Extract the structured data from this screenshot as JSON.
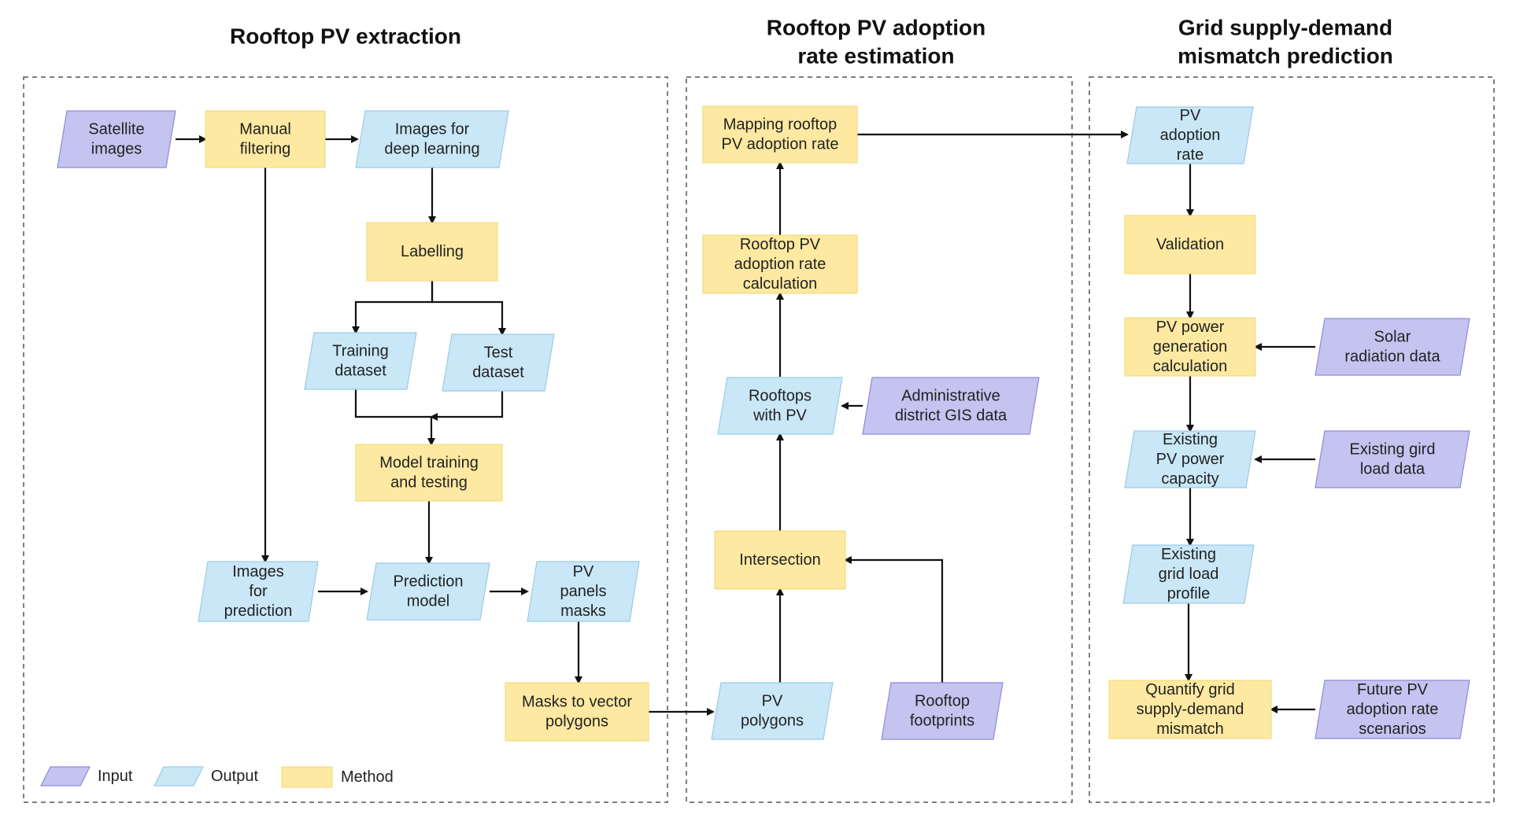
{
  "colors": {
    "input": "#c5c3f0",
    "input_stroke": "#8f8bd6",
    "output": "#c9e7f7",
    "output_stroke": "#9ccbe6",
    "method": "#fde9a1",
    "method_stroke": "#f3d774",
    "line": "#111111"
  },
  "panels": [
    {
      "id": "extraction",
      "title_lines": [
        "Rooftop PV extraction"
      ]
    },
    {
      "id": "adoption",
      "title_lines": [
        "Rooftop PV adoption",
        "rate estimation"
      ]
    },
    {
      "id": "grid",
      "title_lines": [
        "Grid supply-demand",
        "mismatch prediction"
      ]
    }
  ],
  "nodes": [
    {
      "id": "satellite_images",
      "kind": "input",
      "lines": [
        "Satellite",
        "images"
      ]
    },
    {
      "id": "manual_filtering",
      "kind": "method",
      "lines": [
        "Manual",
        "filtering"
      ]
    },
    {
      "id": "images_deep_learning",
      "kind": "output",
      "lines": [
        "Images for",
        "deep learning"
      ]
    },
    {
      "id": "labelling",
      "kind": "method",
      "lines": [
        "Labelling"
      ]
    },
    {
      "id": "training_dataset",
      "kind": "output",
      "lines": [
        "Training",
        "dataset"
      ]
    },
    {
      "id": "test_dataset",
      "kind": "output",
      "lines": [
        "Test",
        "dataset"
      ]
    },
    {
      "id": "model_training",
      "kind": "method",
      "lines": [
        "Model training",
        "and testing"
      ]
    },
    {
      "id": "images_prediction",
      "kind": "output",
      "lines": [
        "Images",
        "for",
        "prediction"
      ]
    },
    {
      "id": "prediction_model",
      "kind": "output",
      "lines": [
        "Prediction",
        "model"
      ]
    },
    {
      "id": "pv_panels_masks",
      "kind": "output",
      "lines": [
        "PV",
        "panels",
        "masks"
      ]
    },
    {
      "id": "masks_to_vector",
      "kind": "method",
      "lines": [
        "Masks to vector",
        "polygons"
      ]
    },
    {
      "id": "mapping_adoption",
      "kind": "method",
      "lines": [
        "Mapping rooftop",
        "PV adoption rate"
      ]
    },
    {
      "id": "adoption_calc",
      "kind": "method",
      "lines": [
        "Rooftop PV",
        "adoption rate",
        "calculation"
      ]
    },
    {
      "id": "rooftops_with_pv",
      "kind": "output",
      "lines": [
        "Rooftops",
        "with PV"
      ]
    },
    {
      "id": "admin_gis",
      "kind": "input",
      "lines": [
        "Administrative",
        "district GIS data"
      ]
    },
    {
      "id": "intersection",
      "kind": "method",
      "lines": [
        "Intersection"
      ]
    },
    {
      "id": "pv_polygons",
      "kind": "output",
      "lines": [
        "PV",
        "polygons"
      ]
    },
    {
      "id": "rooftop_footprints",
      "kind": "input",
      "lines": [
        "Rooftop",
        "footprints"
      ]
    },
    {
      "id": "pv_adoption_rate",
      "kind": "output",
      "lines": [
        "PV",
        "adoption",
        "rate"
      ]
    },
    {
      "id": "validation",
      "kind": "method",
      "lines": [
        "Validation"
      ]
    },
    {
      "id": "pv_power_gen",
      "kind": "method",
      "lines": [
        "PV power",
        "generation",
        "calculation"
      ]
    },
    {
      "id": "solar_radiation",
      "kind": "input",
      "lines": [
        "Solar",
        "radiation data"
      ]
    },
    {
      "id": "existing_capacity",
      "kind": "output",
      "lines": [
        "Existing",
        "PV power",
        "capacity"
      ]
    },
    {
      "id": "existing_load_data",
      "kind": "input",
      "lines": [
        "Existing gird",
        "load data"
      ]
    },
    {
      "id": "existing_load_profile",
      "kind": "output",
      "lines": [
        "Existing",
        "grid load",
        "profile"
      ]
    },
    {
      "id": "quantify_mismatch",
      "kind": "method",
      "lines": [
        "Quantify grid",
        "supply-demand",
        "mismatch"
      ]
    },
    {
      "id": "future_scenarios",
      "kind": "input",
      "lines": [
        "Future PV",
        "adoption rate",
        "scenarios"
      ]
    }
  ],
  "edges": [
    {
      "from": "satellite_images",
      "to": "manual_filtering"
    },
    {
      "from": "manual_filtering",
      "to": "images_deep_learning"
    },
    {
      "from": "images_deep_learning",
      "to": "labelling"
    },
    {
      "from": "labelling",
      "to": "training_dataset"
    },
    {
      "from": "labelling",
      "to": "test_dataset"
    },
    {
      "from": "training_dataset",
      "to": "model_training"
    },
    {
      "from": "test_dataset",
      "to": "model_training"
    },
    {
      "from": "model_training",
      "to": "prediction_model"
    },
    {
      "from": "manual_filtering",
      "to": "images_prediction"
    },
    {
      "from": "images_prediction",
      "to": "prediction_model"
    },
    {
      "from": "prediction_model",
      "to": "pv_panels_masks"
    },
    {
      "from": "pv_panels_masks",
      "to": "masks_to_vector"
    },
    {
      "from": "masks_to_vector",
      "to": "pv_polygons"
    },
    {
      "from": "pv_polygons",
      "to": "intersection"
    },
    {
      "from": "rooftop_footprints",
      "to": "intersection"
    },
    {
      "from": "intersection",
      "to": "rooftops_with_pv"
    },
    {
      "from": "admin_gis",
      "to": "rooftops_with_pv"
    },
    {
      "from": "rooftops_with_pv",
      "to": "adoption_calc"
    },
    {
      "from": "adoption_calc",
      "to": "mapping_adoption"
    },
    {
      "from": "mapping_adoption",
      "to": "pv_adoption_rate"
    },
    {
      "from": "pv_adoption_rate",
      "to": "validation"
    },
    {
      "from": "validation",
      "to": "pv_power_gen"
    },
    {
      "from": "solar_radiation",
      "to": "pv_power_gen"
    },
    {
      "from": "pv_power_gen",
      "to": "existing_capacity"
    },
    {
      "from": "existing_load_data",
      "to": "existing_capacity"
    },
    {
      "from": "existing_capacity",
      "to": "existing_load_profile"
    },
    {
      "from": "existing_load_profile",
      "to": "quantify_mismatch"
    },
    {
      "from": "future_scenarios",
      "to": "quantify_mismatch"
    }
  ],
  "legend": [
    {
      "kind": "input",
      "label": "Input"
    },
    {
      "kind": "output",
      "label": "Output"
    },
    {
      "kind": "method",
      "label": "Method"
    }
  ]
}
